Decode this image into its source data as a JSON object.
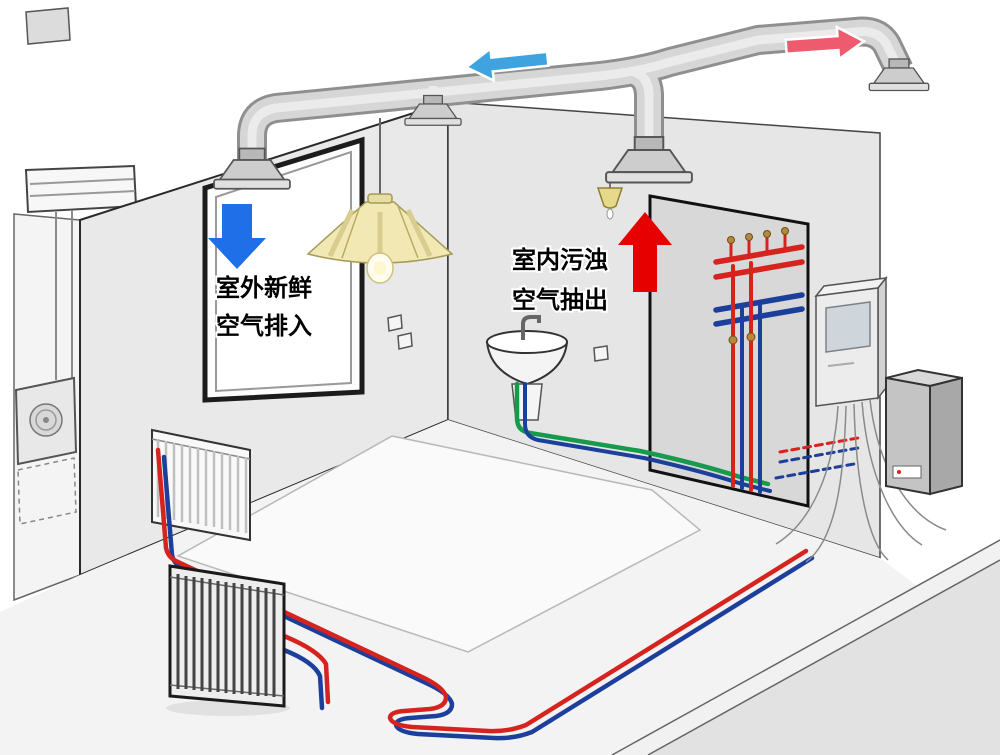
{
  "labels": {
    "supply": {
      "line1": "室外新鲜",
      "line2": "空气排入"
    },
    "exhaust": {
      "line1": "室内污浊",
      "line2": "空气抽出"
    }
  },
  "arrows": {
    "room_supply_direction": "down",
    "room_exhaust_direction": "up",
    "duct_supply_direction": "left",
    "duct_exhaust_direction": "right"
  },
  "colors": {
    "supply_arrow": "#1f6fe8",
    "exhaust_arrow": "#e60000",
    "duct_supply_arrow": "#3fa3e0",
    "duct_exhaust_arrow": "#ee5b6e",
    "hot_pipe": "#d7231d",
    "cold_pipe": "#1d3f9c",
    "drain_pipe_green": "#169a4b",
    "brass": "#b5893a",
    "lamp_shade": "#f1e8b4"
  }
}
